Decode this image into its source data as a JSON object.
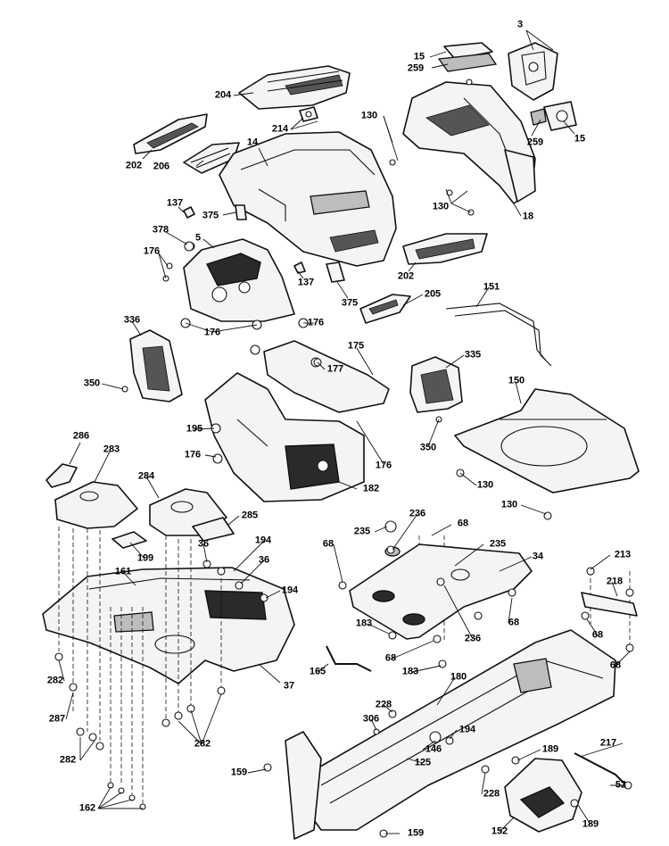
{
  "callouts": [
    {
      "id": "c3",
      "text": "3"
    },
    {
      "id": "c15a",
      "text": "15"
    },
    {
      "id": "c259a",
      "text": "259"
    },
    {
      "id": "c204",
      "text": "204"
    },
    {
      "id": "c130a",
      "text": "130"
    },
    {
      "id": "c214",
      "text": "214"
    },
    {
      "id": "c259b",
      "text": "259"
    },
    {
      "id": "c15b",
      "text": "15"
    },
    {
      "id": "c14",
      "text": "14"
    },
    {
      "id": "c202a",
      "text": "202"
    },
    {
      "id": "c206",
      "text": "206"
    },
    {
      "id": "c130b",
      "text": "130"
    },
    {
      "id": "c18",
      "text": "18"
    },
    {
      "id": "c137a",
      "text": "137"
    },
    {
      "id": "c375a",
      "text": "375"
    },
    {
      "id": "c378",
      "text": "378"
    },
    {
      "id": "c5",
      "text": "5"
    },
    {
      "id": "c176a",
      "text": "176"
    },
    {
      "id": "c137b",
      "text": "137"
    },
    {
      "id": "c202b",
      "text": "202"
    },
    {
      "id": "c375b",
      "text": "375"
    },
    {
      "id": "c205",
      "text": "205"
    },
    {
      "id": "c151",
      "text": "151"
    },
    {
      "id": "c336",
      "text": "336"
    },
    {
      "id": "c176b",
      "text": "176"
    },
    {
      "id": "c176c",
      "text": "176"
    },
    {
      "id": "c175",
      "text": "175"
    },
    {
      "id": "c177",
      "text": "177"
    },
    {
      "id": "c335",
      "text": "335"
    },
    {
      "id": "c350a",
      "text": "350"
    },
    {
      "id": "c150",
      "text": "150"
    },
    {
      "id": "c195",
      "text": "195"
    },
    {
      "id": "c286",
      "text": "286"
    },
    {
      "id": "c176d",
      "text": "176"
    },
    {
      "id": "c176e",
      "text": "176"
    },
    {
      "id": "c350b",
      "text": "350"
    },
    {
      "id": "c283",
      "text": "283"
    },
    {
      "id": "c182",
      "text": "182"
    },
    {
      "id": "c130c",
      "text": "130"
    },
    {
      "id": "c284",
      "text": "284"
    },
    {
      "id": "c130d",
      "text": "130"
    },
    {
      "id": "c236a",
      "text": "236"
    },
    {
      "id": "c235a",
      "text": "235"
    },
    {
      "id": "c68a",
      "text": "68"
    },
    {
      "id": "c285",
      "text": "285"
    },
    {
      "id": "c68b",
      "text": "68"
    },
    {
      "id": "c235b",
      "text": "235"
    },
    {
      "id": "c36a",
      "text": "36"
    },
    {
      "id": "c194a",
      "text": "194"
    },
    {
      "id": "c199",
      "text": "199"
    },
    {
      "id": "c34",
      "text": "34"
    },
    {
      "id": "c36b",
      "text": "36"
    },
    {
      "id": "c213",
      "text": "213"
    },
    {
      "id": "c161",
      "text": "161"
    },
    {
      "id": "c218",
      "text": "218"
    },
    {
      "id": "c194b",
      "text": "194"
    },
    {
      "id": "c68c",
      "text": "68"
    },
    {
      "id": "c183a",
      "text": "183"
    },
    {
      "id": "c68d",
      "text": "68"
    },
    {
      "id": "c236b",
      "text": "236"
    },
    {
      "id": "c68e",
      "text": "68"
    },
    {
      "id": "c165",
      "text": "165"
    },
    {
      "id": "c183b",
      "text": "183"
    },
    {
      "id": "c68f",
      "text": "68"
    },
    {
      "id": "c282a",
      "text": "282"
    },
    {
      "id": "c180",
      "text": "180"
    },
    {
      "id": "c37",
      "text": "37"
    },
    {
      "id": "c287",
      "text": "287"
    },
    {
      "id": "c228a",
      "text": "228"
    },
    {
      "id": "c306",
      "text": "306"
    },
    {
      "id": "c194c",
      "text": "194"
    },
    {
      "id": "c282b",
      "text": "282"
    },
    {
      "id": "c146",
      "text": "146"
    },
    {
      "id": "c217",
      "text": "217"
    },
    {
      "id": "c282c",
      "text": "282"
    },
    {
      "id": "c189a",
      "text": "189"
    },
    {
      "id": "c125",
      "text": "125"
    },
    {
      "id": "c159a",
      "text": "159"
    },
    {
      "id": "c228b",
      "text": "228"
    },
    {
      "id": "c52",
      "text": "52"
    },
    {
      "id": "c162",
      "text": "162"
    },
    {
      "id": "c189b",
      "text": "189"
    },
    {
      "id": "c152",
      "text": "152"
    },
    {
      "id": "c159b",
      "text": "159"
    }
  ]
}
